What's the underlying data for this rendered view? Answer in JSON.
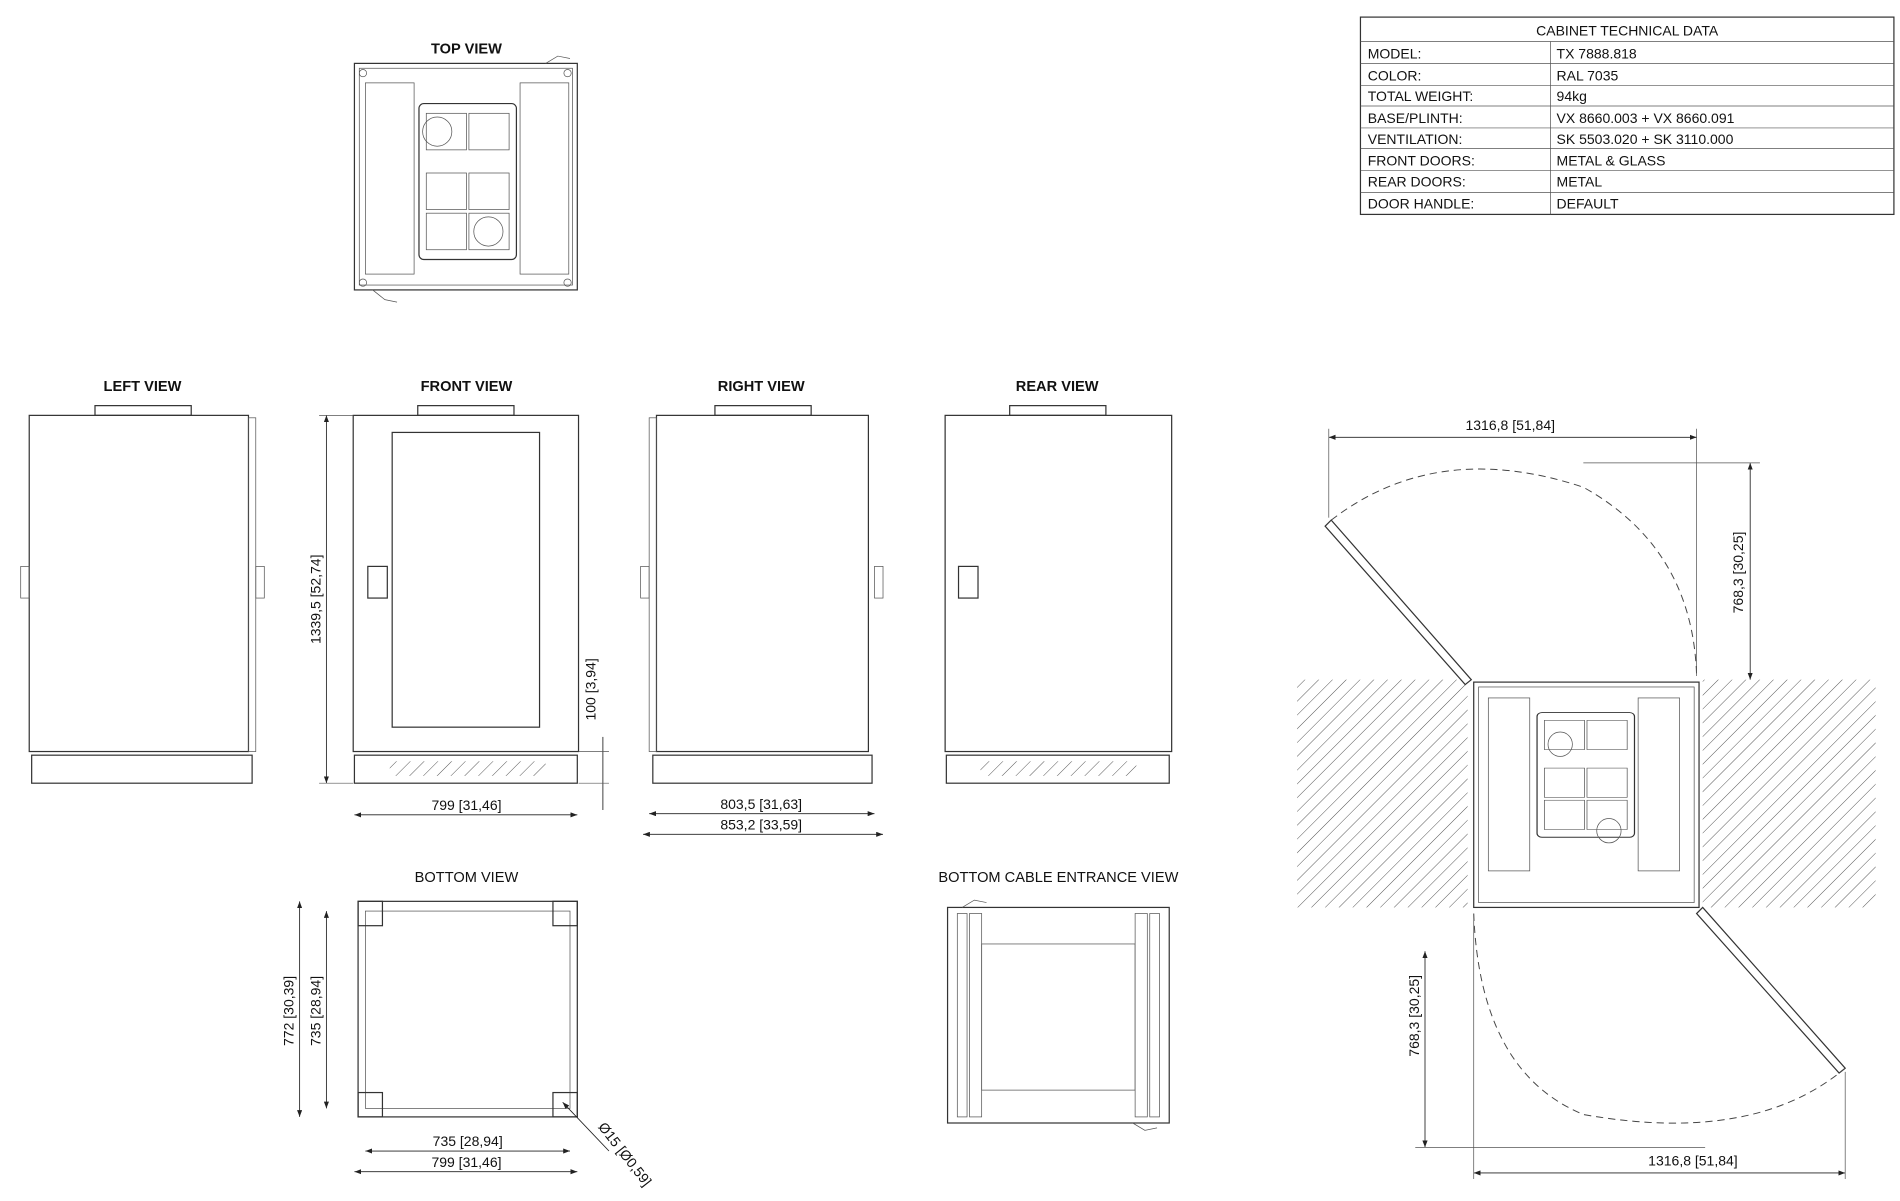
{
  "views": {
    "top": "TOP VIEW",
    "left": "LEFT VIEW",
    "front": "FRONT VIEW",
    "right": "RIGHT VIEW",
    "rear": "REAR VIEW",
    "bottom": "BOTTOM VIEW",
    "bottom_cable": "BOTTOM CABLE ENTRANCE VIEW"
  },
  "dimensions": {
    "height": "1339,5 [52,74]",
    "plinth_height": "100 [3,94]",
    "front_width": "799 [31,46]",
    "side_depth": "803,5 [31,63]",
    "side_depth_total": "853,2 [33,59]",
    "bottom_depth_outer": "772 [30,39]",
    "bottom_depth_inner": "735 [28,94]",
    "bottom_width_inner": "735 [28,94]",
    "bottom_width_outer": "799 [31,46]",
    "hole_diameter": "Ø15 [Ø0,59]",
    "door_swing_width_top": "1316,8 [51,84]",
    "door_swing_depth_top": "768,3 [30,25]",
    "door_swing_depth_bottom": "768,3 [30,25]",
    "door_swing_width_bottom": "1316,8 [51,84]"
  },
  "table": {
    "title": "CABINET TECHNICAL DATA",
    "rows": [
      {
        "label": "MODEL:",
        "value": "TX 7888.818"
      },
      {
        "label": "COLOR:",
        "value": "RAL 7035"
      },
      {
        "label": "TOTAL WEIGHT:",
        "value": "94kg"
      },
      {
        "label": "BASE/PLINTH:",
        "value": "VX 8660.003 + VX 8660.091"
      },
      {
        "label": "VENTILATION:",
        "value": "SK 5503.020 + SK 3110.000"
      },
      {
        "label": "FRONT DOORS:",
        "value": "METAL & GLASS"
      },
      {
        "label": "REAR DOORS:",
        "value": "METAL"
      },
      {
        "label": "DOOR HANDLE:",
        "value": "DEFAULT"
      }
    ]
  }
}
